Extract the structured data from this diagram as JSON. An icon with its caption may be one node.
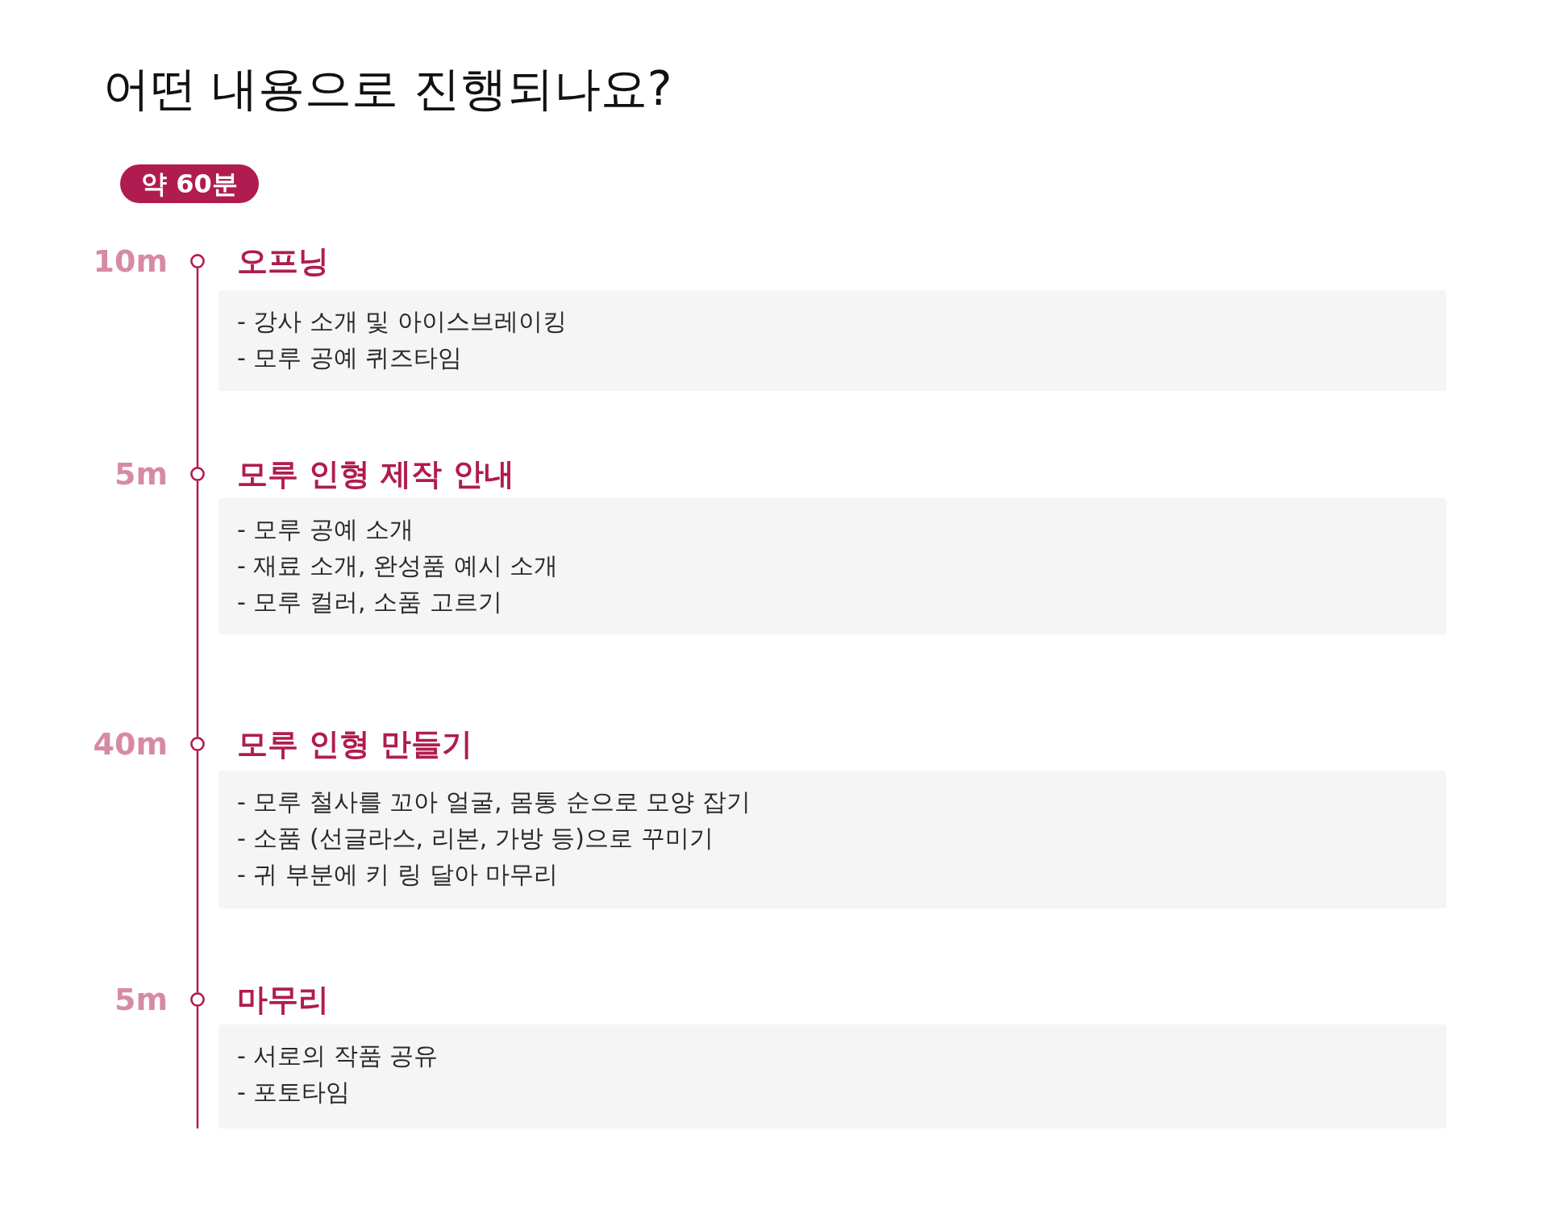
{
  "diagram": {
    "title": "어떤 내용으로 진행되나요?",
    "nodes": [
      {
        "text": [
          "약 60분"
        ]
      },
      {
        "text": [],
        "shape": "circle",
        "beside": [
          "10m"
        ]
      },
      {
        "text": [
          "오프닝",
          "- 강사 소개 및 아이스브레이킹",
          "- 모루 공예 퀴즈타임"
        ]
      },
      {
        "text": [],
        "shape": "circle",
        "beside": [
          "5m"
        ]
      },
      {
        "text": [
          "모루 인형 제작 안내",
          "- 모루 공예 소개",
          "- 재료 소개, 완성품 예시 소개",
          "- 모루 컬러, 소품 고르기"
        ]
      },
      {
        "text": [],
        "shape": "circle",
        "beside": [
          "40m"
        ]
      },
      {
        "text": [
          "모루 인형 만들기",
          "- 모루 철사를 꼬아 얼굴, 몸통 순으로 모양 잡기",
          "- 소품 (선글라스, 리본, 가방 등)으로 꾸미기",
          "- 귀 부분에 키 링 달아 마무리"
        ]
      },
      {
        "text": [],
        "shape": "circle",
        "beside": [
          "5m"
        ]
      },
      {
        "text": [
          "마무리",
          "- 서로의 작품 공유",
          "- 포토타임"
        ]
      }
    ],
    "edges": [
      {
        "from": 1,
        "to": 3,
        "arrow": "none"
      },
      {
        "from": 3,
        "to": 5,
        "arrow": "none"
      },
      {
        "from": 5,
        "to": 7,
        "arrow": "none"
      },
      {
        "from": 7,
        "to": null,
        "arrow": "none"
      }
    ]
  }
}
